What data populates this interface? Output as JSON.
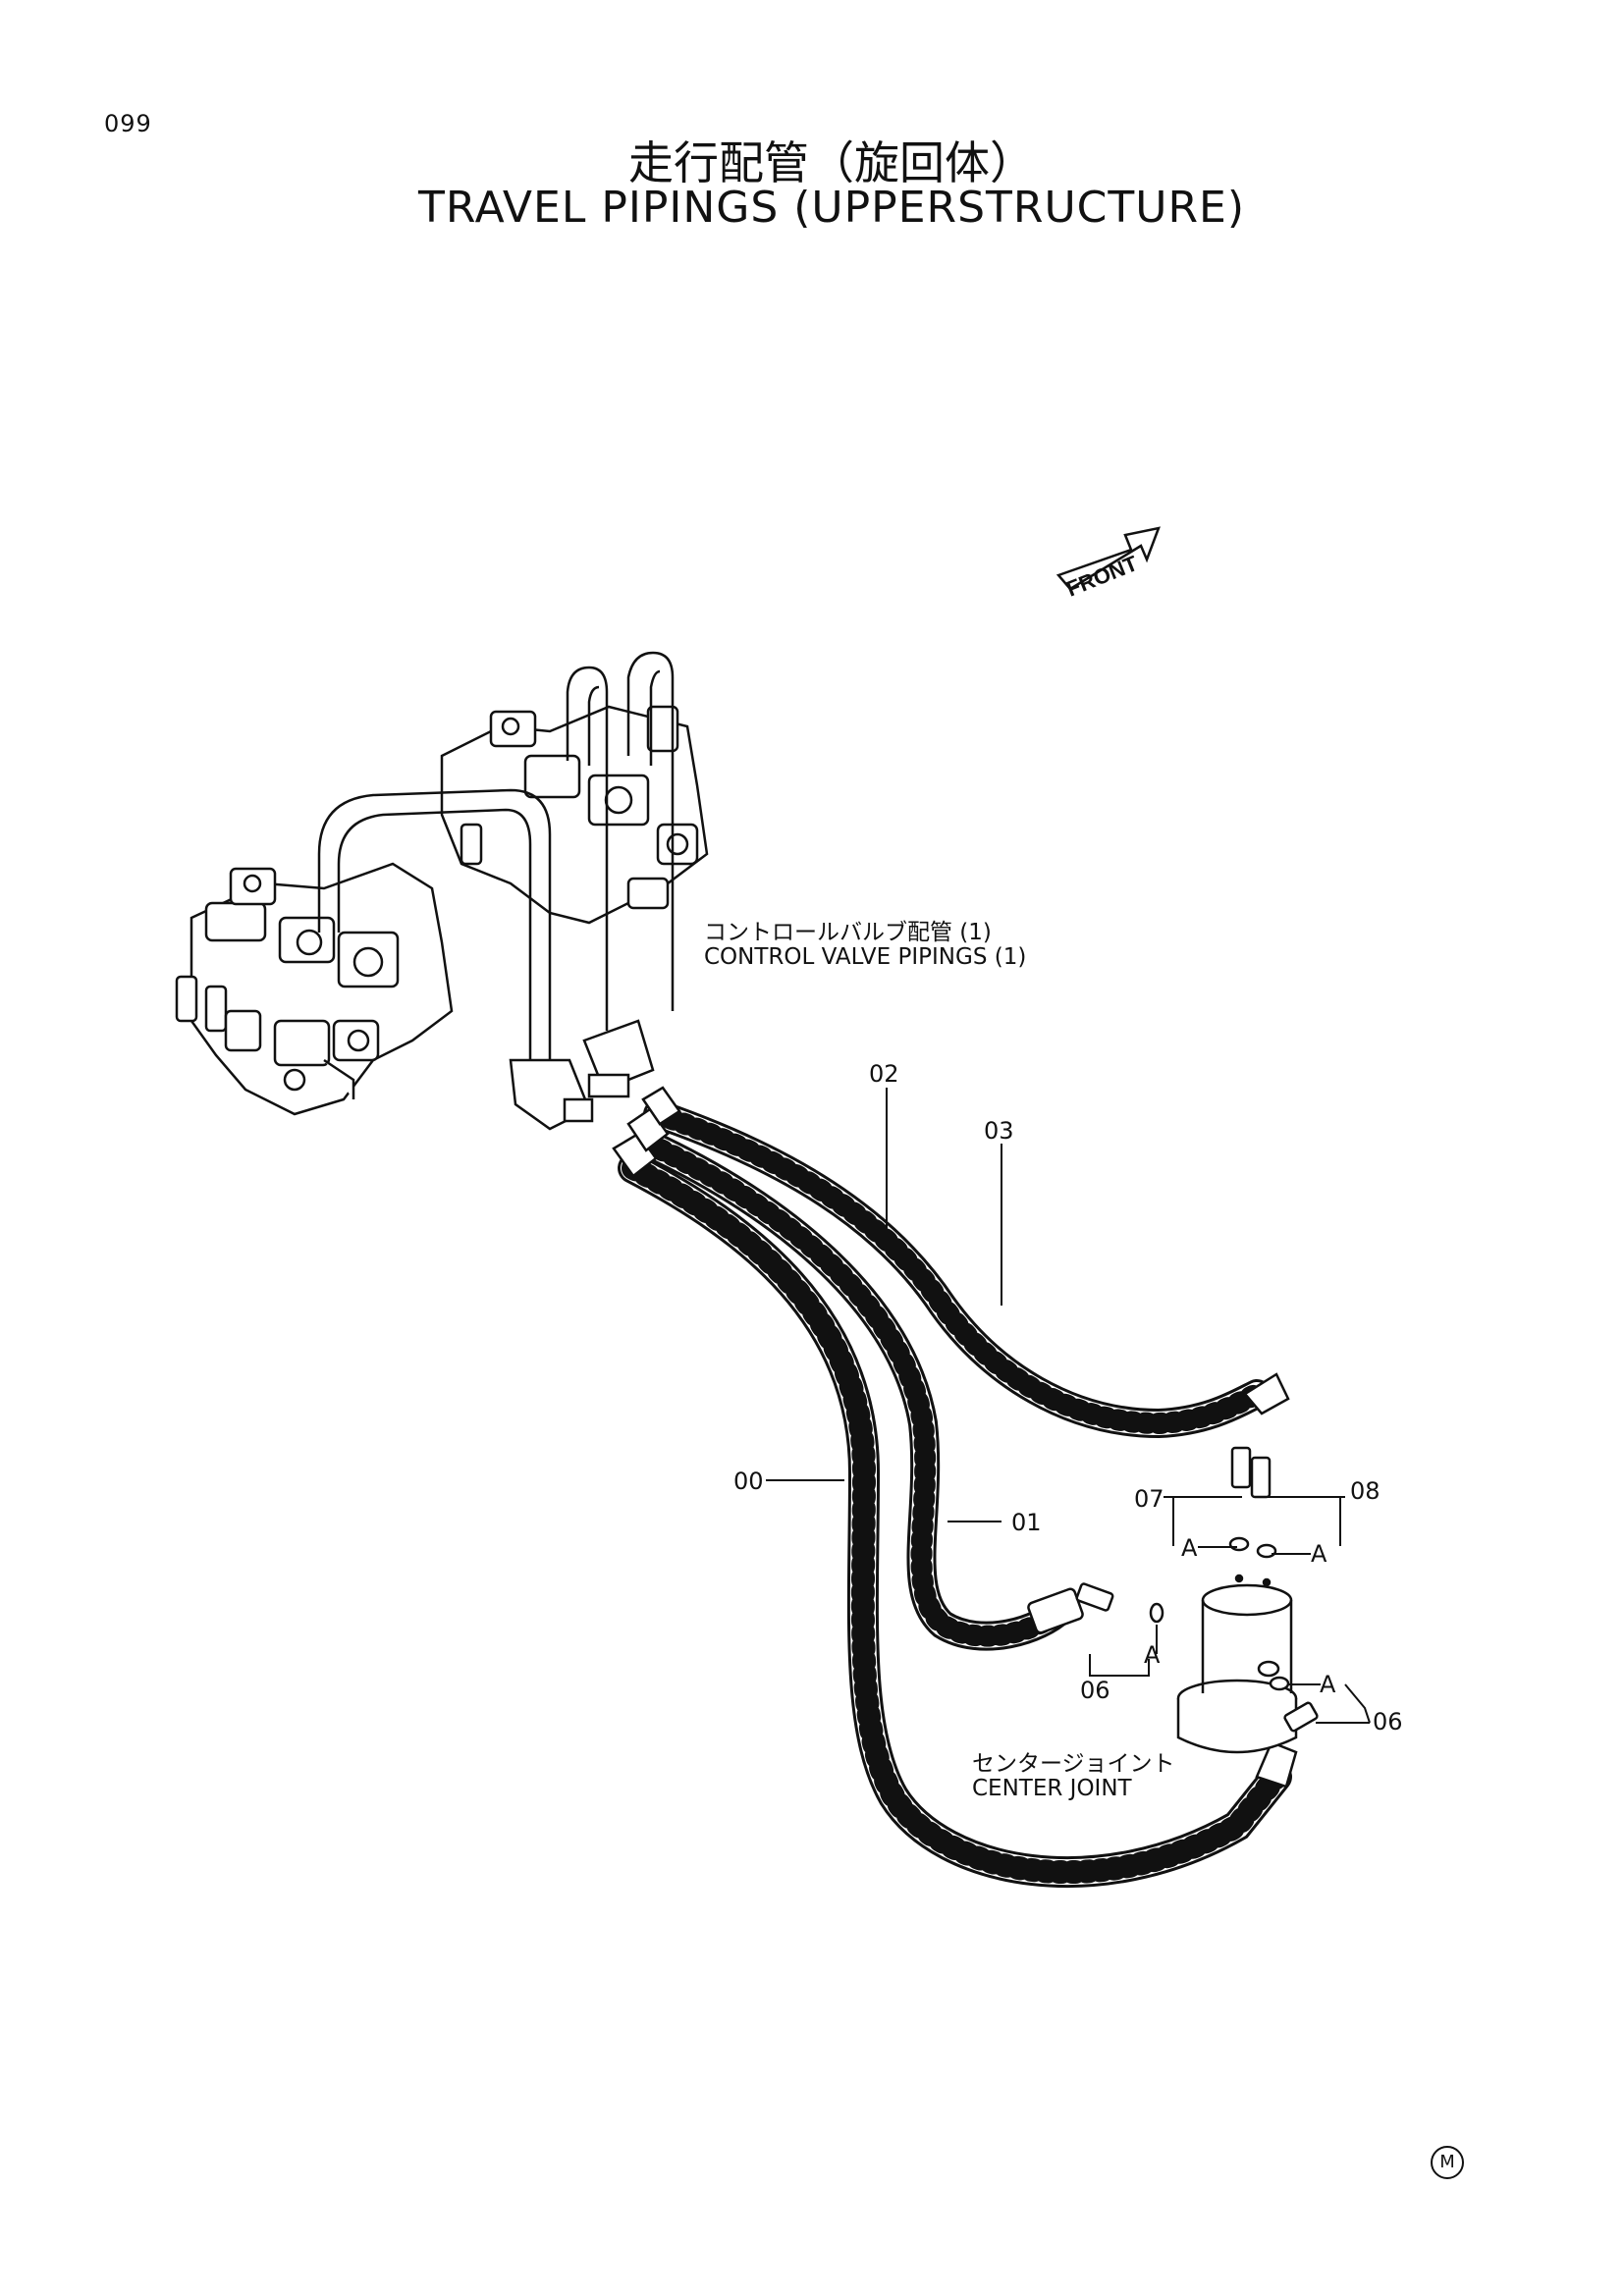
{
  "page": {
    "number": "099"
  },
  "title": {
    "japanese": "走行配管（旋回体）",
    "english": "TRAVEL PIPINGS (UPPERSTRUCTURE)"
  },
  "front_indicator": {
    "label": "FRONT"
  },
  "callouts": {
    "control_valve_jp": "コントロールバルブ配管 (1)",
    "control_valve_en": "CONTROL VALVE PIPINGS (1)",
    "center_joint_jp": "センタージョイント",
    "center_joint_en": "CENTER JOINT"
  },
  "part_numbers": {
    "p00": "00",
    "p01": "01",
    "p02": "02",
    "p03": "03",
    "p06_left": "06",
    "p06_right": "06",
    "p07": "07",
    "p08": "08"
  },
  "detail_marks": {
    "a1": "A",
    "a2": "A",
    "a3": "A",
    "a4": "A"
  },
  "footer": {
    "mark": "M"
  }
}
